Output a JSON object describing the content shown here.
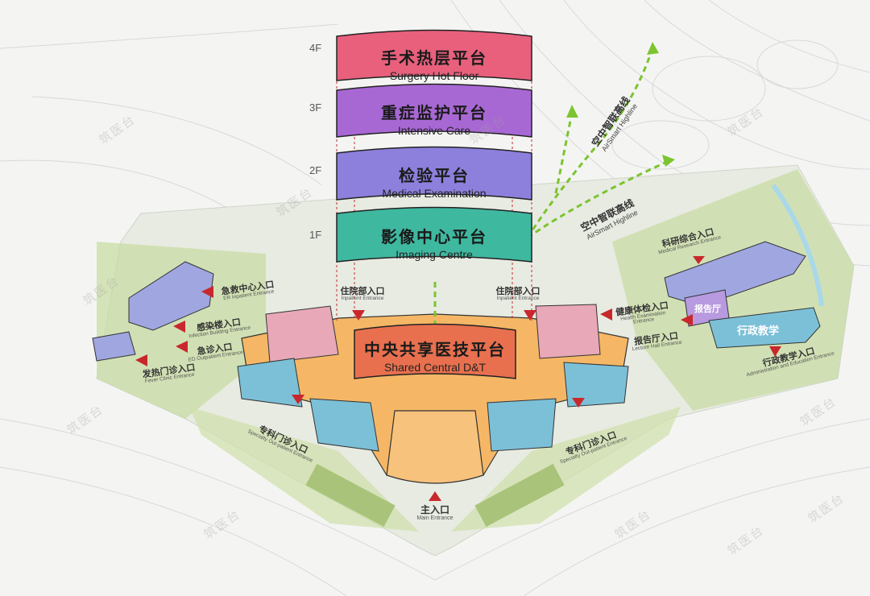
{
  "platforms": [
    {
      "cn": "手术热层平台",
      "en": "Surgery Hot Floor",
      "floor": "4F"
    },
    {
      "cn": "重症监护平台",
      "en": "Intensive Care",
      "floor": "3F"
    },
    {
      "cn": "检验平台",
      "en": "Medical Examination",
      "floor": "2F"
    },
    {
      "cn": "影像中心平台",
      "en": "Imaging Centre",
      "floor": "1F"
    }
  ],
  "central": {
    "cn": "中央共享医技平台",
    "en": "Shared Central D&T"
  },
  "highlines": [
    {
      "cn": "空中智联高线",
      "en": "AirSmart Highline"
    },
    {
      "cn": "空中智联高线",
      "en": "AirSmart Highline"
    }
  ],
  "entrances": {
    "emergency": {
      "cn": "急救中心入口",
      "en": "ER Inpatient Entrance"
    },
    "infection": {
      "cn": "感染楼入口",
      "en": "Infection Building Entrance"
    },
    "ed": {
      "cn": "急诊入口",
      "en": "ED Outpatient Entrance"
    },
    "fever": {
      "cn": "发热门诊入口",
      "en": "Fever Clinic Entrance"
    },
    "inpatient_left": {
      "cn": "住院部入口",
      "en": "Inpatient Entrance"
    },
    "inpatient_right": {
      "cn": "住院部入口",
      "en": "Inpatient Entrance"
    },
    "health": {
      "cn": "健康体检入口",
      "en": "Health Examination Entrance"
    },
    "lecture": {
      "cn": "报告厅入口",
      "en": "Lecture Hall Entrance"
    },
    "research": {
      "cn": "科研综合入口",
      "en": "Medical Research Entrance"
    },
    "admin": {
      "cn": "行政教学入口",
      "en": "Administration and Education Entrance"
    },
    "specialty_left": {
      "cn": "专科门诊入口",
      "en": "Specialty Out-patient Entrance"
    },
    "specialty_right": {
      "cn": "专科门诊入口",
      "en": "Specialty Out-patient Entrance"
    },
    "main": {
      "cn": "主入口",
      "en": "Main Entrance"
    }
  },
  "buildings": {
    "admin_teaching": "行政教学",
    "lecture_hall": "报告厅"
  },
  "watermark": "筑医台",
  "colors": {
    "surgery": "#e8607c",
    "icu": "#a868d4",
    "exam": "#8c80dc",
    "imaging": "#3fb8a0",
    "central": "#e8704f",
    "green_arrow": "#7cc430",
    "entrance_arrow": "#c8282c",
    "podium": "#f5b766",
    "blue_wing": "#7cc0d8",
    "pink_wing": "#e8a8b8"
  }
}
